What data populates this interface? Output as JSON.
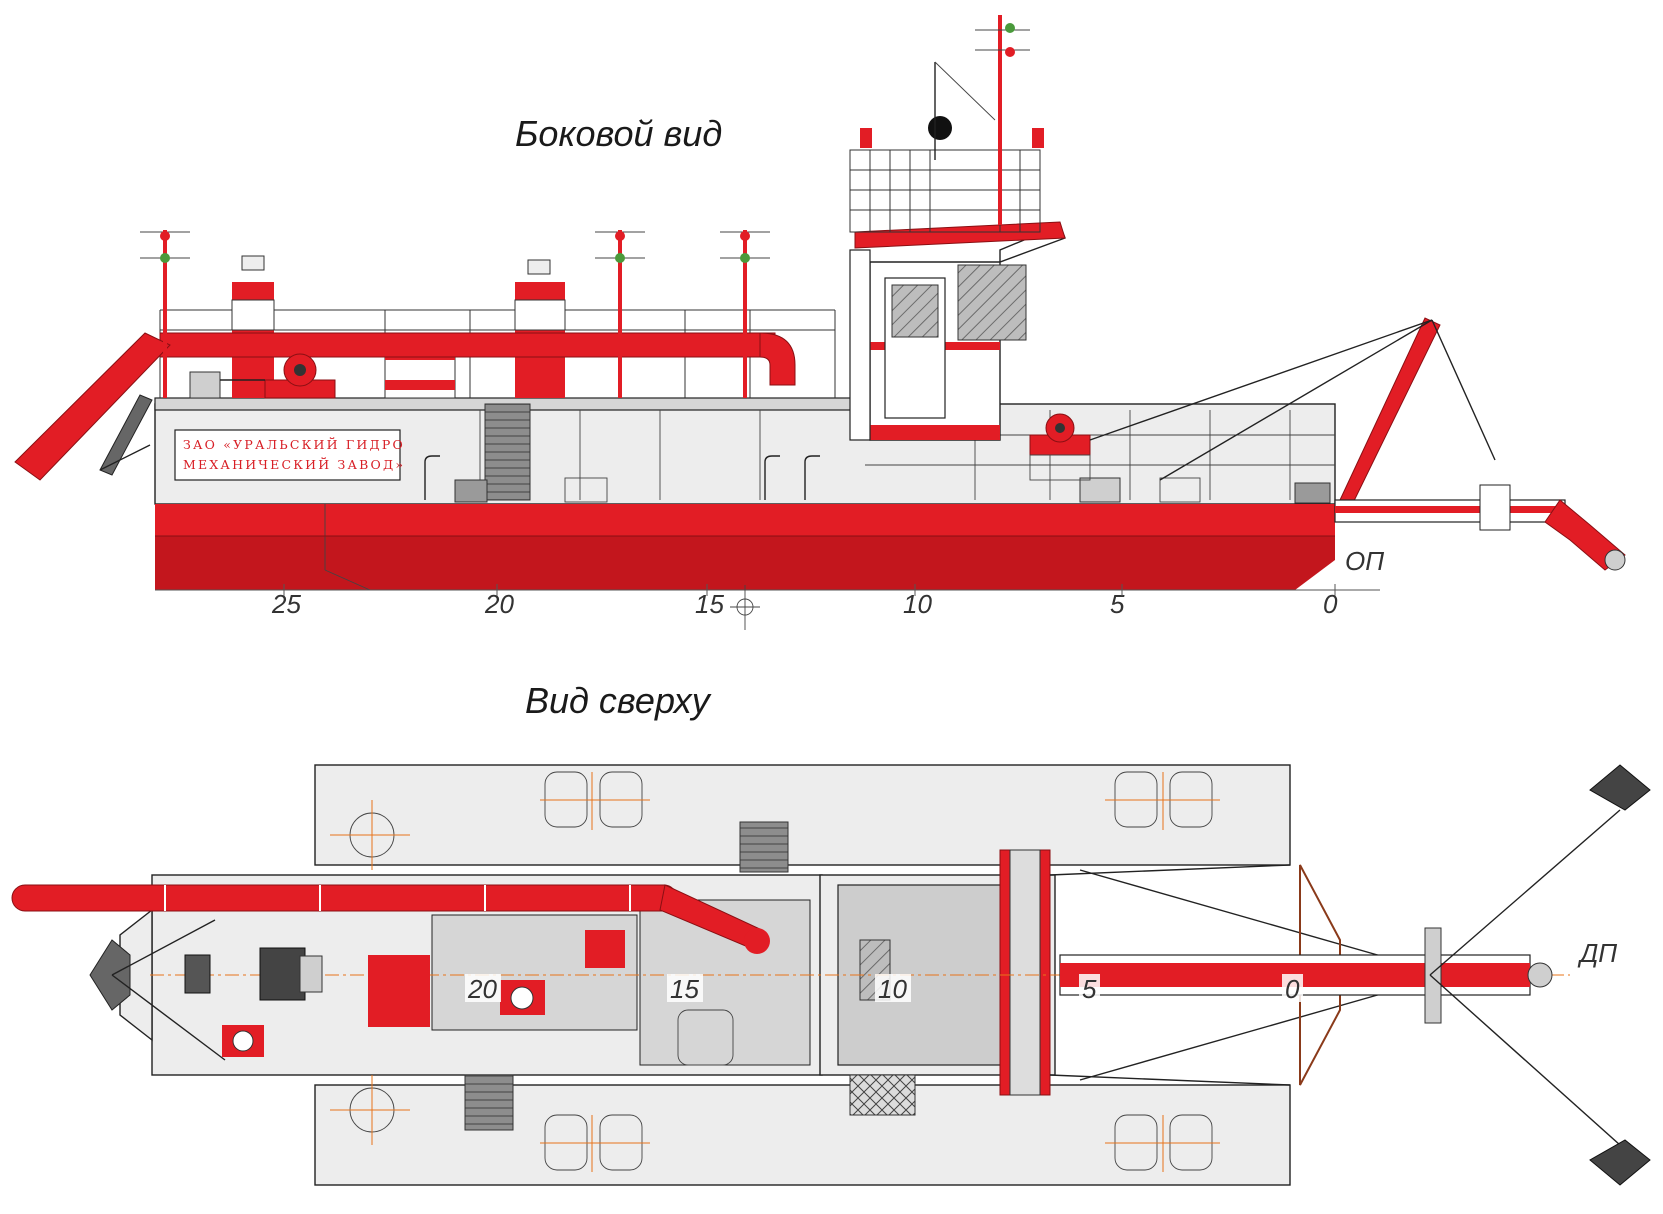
{
  "views": {
    "side_title": "Боковой вид",
    "top_title": "Вид сверху"
  },
  "side_view": {
    "company_sign_line1": "ЗАО «УРАЛЬСКИЙ ГИДРО",
    "company_sign_line2": "МЕХАНИЧЕСКИЙ ЗАВОД»",
    "baseline_label": "ОП",
    "frame_marks": [
      "25",
      "20",
      "15",
      "10",
      "5",
      "0"
    ]
  },
  "top_view": {
    "centerline_label": "ДП",
    "frame_marks": [
      "20",
      "15",
      "10",
      "5",
      "0"
    ]
  },
  "colors": {
    "hull_red": "#e21d25",
    "hull_dark_red": "#c3161d",
    "deck_grey": "#ededed",
    "equipment_grey": "#cfcfcf",
    "centerline_orange": "#e8741a"
  }
}
